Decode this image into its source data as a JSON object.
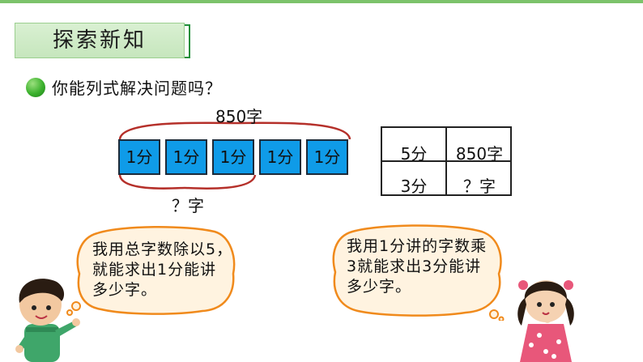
{
  "title": "探索新知",
  "question": "你能列式解决问题吗？",
  "diagram": {
    "total_label": "850字",
    "part_label": "？字",
    "segments": [
      "1分",
      "1分",
      "1分",
      "1分",
      "1分"
    ]
  },
  "table": {
    "rows": [
      [
        "5分",
        "850字"
      ],
      [
        "3分",
        "？字"
      ]
    ]
  },
  "bubbles": {
    "boy": [
      "我用总字数除以5，",
      "就能求出1分能讲",
      "多少字。"
    ],
    "girl": [
      "我用1分讲的字数乘",
      "3就能求出3分能讲",
      "多少字。"
    ]
  },
  "colors": {
    "segment_fill": "#0f9be8",
    "brace": "#b5302a",
    "bubble_border": "#f08a1c",
    "bubble_fill": "#fff3e0",
    "title_bg": "#cfe9c6",
    "title_border": "#1f8f3a"
  }
}
